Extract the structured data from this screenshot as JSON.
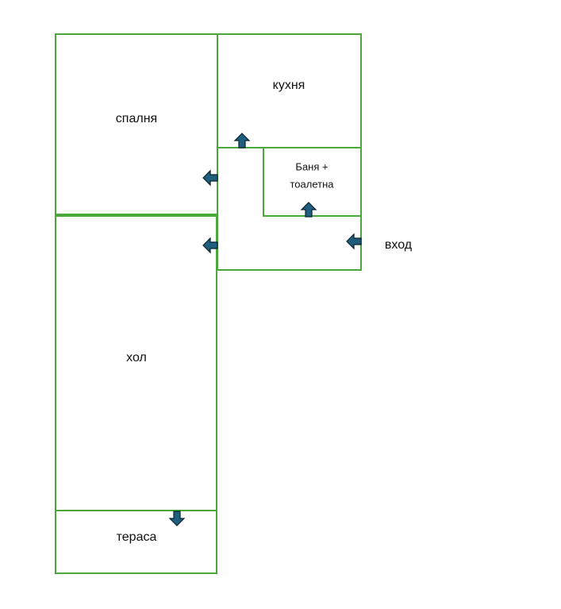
{
  "rooms": {
    "bedroom": "спалня",
    "kitchen": "кухня",
    "bathroom_line1": "Баня +",
    "bathroom_line2": "тоалетна",
    "living_room": "хол",
    "terrace": "тераса",
    "entrance": "вход"
  },
  "colors": {
    "wall": "#4aa83a",
    "arrow_fill": "#1f5f7d",
    "arrow_outline": "#0a2230"
  },
  "icons": {
    "door_arrow": "arrow-icon"
  }
}
